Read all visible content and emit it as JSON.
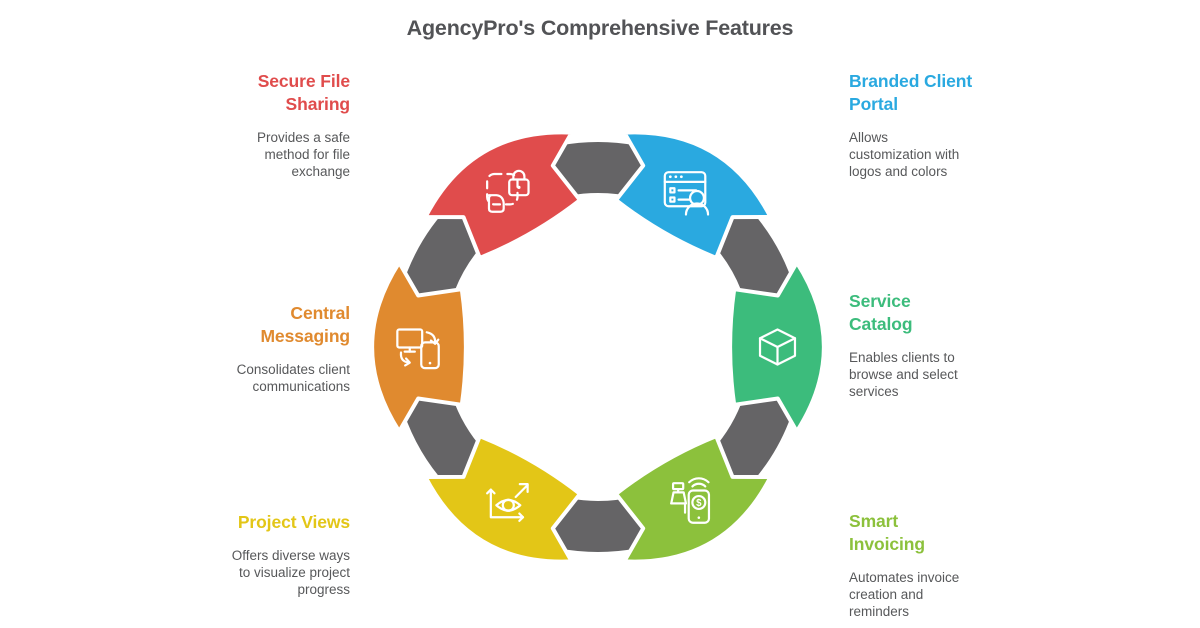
{
  "title": "AgencyPro's Comprehensive Features",
  "colors": {
    "background": "#ffffff",
    "ring": "#656466",
    "segment_outline": "#ffffff",
    "title_text": "#525356",
    "body_text": "#57585a"
  },
  "diagram_type": "feature-cycle",
  "features": [
    {
      "id": "secure-file-sharing",
      "label": "Secure File\nSharing",
      "description": "Provides a safe\nmethod for file\nexchange",
      "color": "#e04c4c",
      "icon": "secure-file-icon",
      "text_side": "left"
    },
    {
      "id": "branded-client-portal",
      "label": "Branded Client\nPortal",
      "description": "Allows\ncustomization with\nlogos and colors",
      "color": "#2aa9e0",
      "icon": "client-portal-icon",
      "text_side": "right"
    },
    {
      "id": "service-catalog",
      "label": "Service\nCatalog",
      "description": "Enables clients to\nbrowse and select\nservices",
      "color": "#3cbc7c",
      "icon": "service-catalog-cube-icon",
      "text_side": "right"
    },
    {
      "id": "smart-invoicing",
      "label": "Smart\nInvoicing",
      "description": "Automates invoice\ncreation and\nreminders",
      "color": "#8cc13c",
      "icon": "smart-invoicing-icon",
      "text_side": "right"
    },
    {
      "id": "project-views",
      "label": "Project Views",
      "description": "Offers diverse ways\nto visualize project\nprogress",
      "color": "#e3c617",
      "icon": "project-views-eye-icon",
      "text_side": "left"
    },
    {
      "id": "central-messaging",
      "label": "Central\nMessaging",
      "description": "Consolidates client\ncommunications",
      "color": "#e08a2f",
      "icon": "central-messaging-icon",
      "text_side": "left"
    }
  ]
}
